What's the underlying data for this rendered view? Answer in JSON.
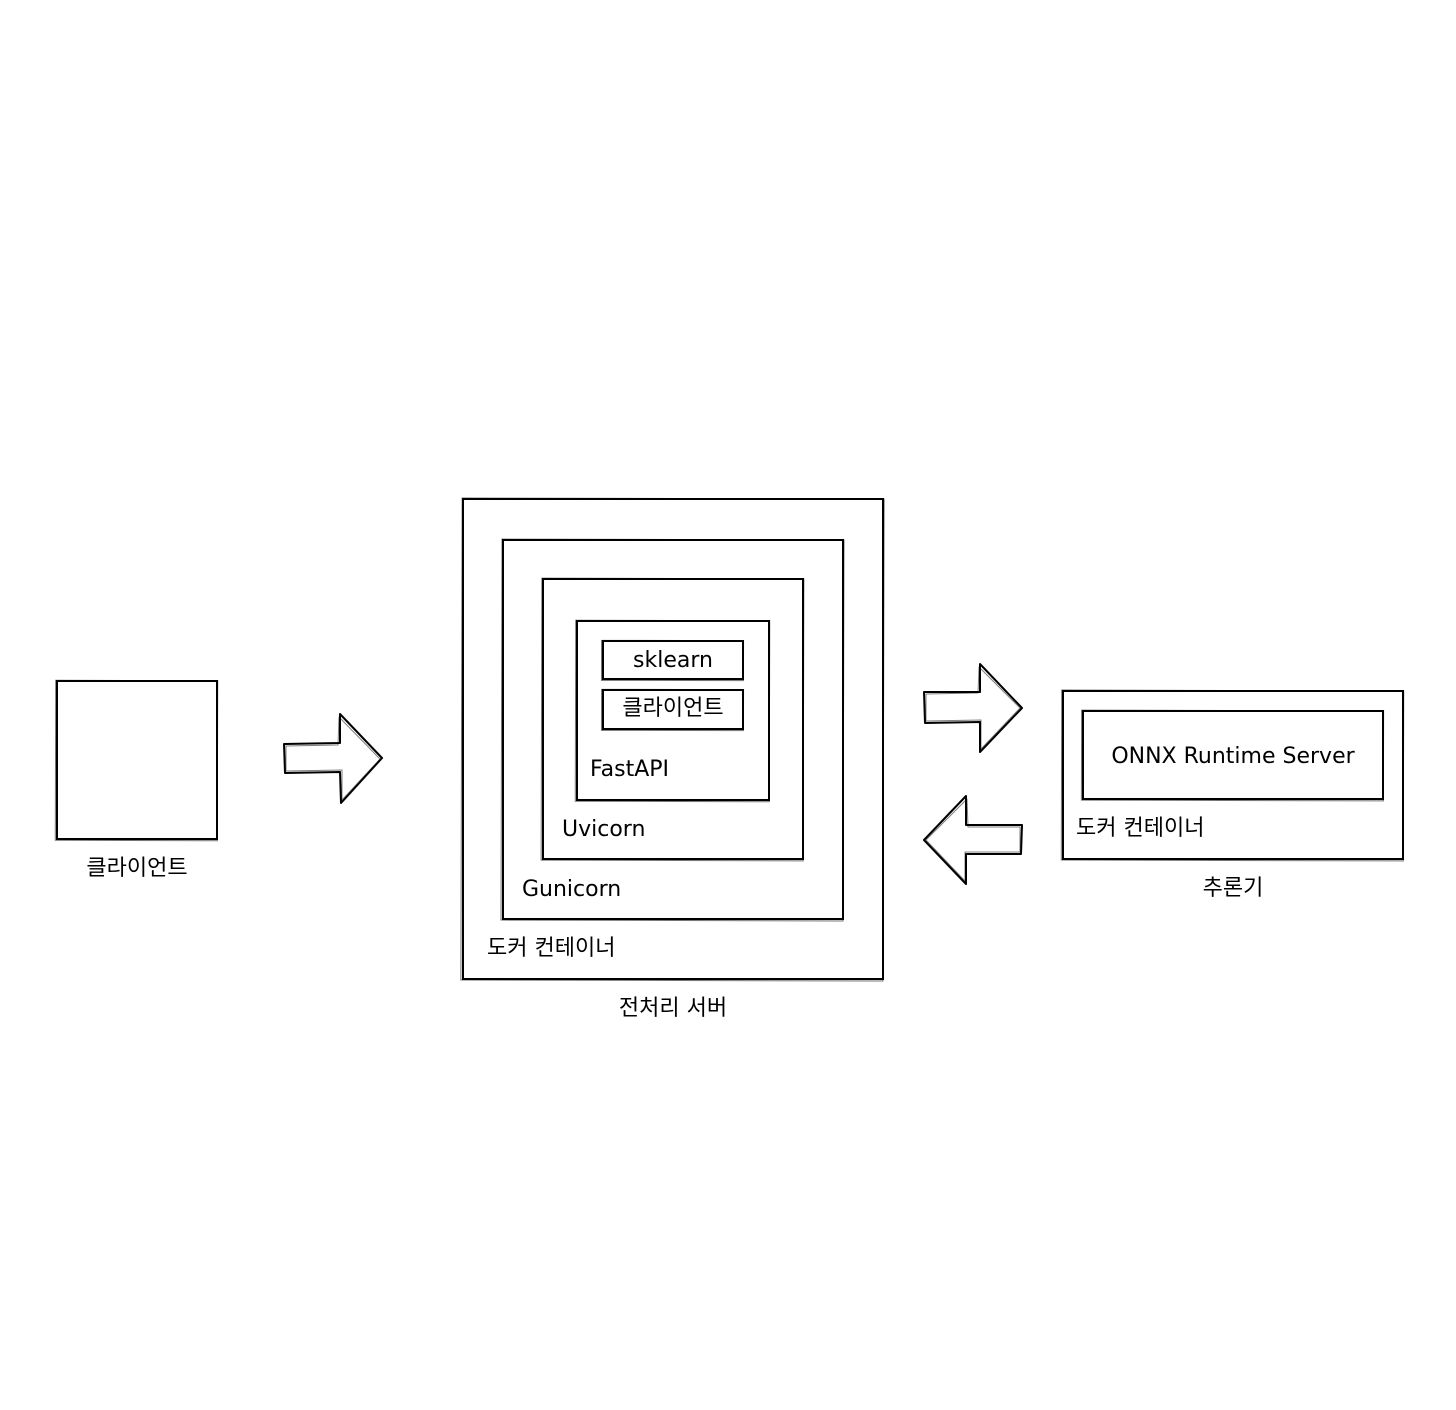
{
  "client": {
    "caption": "클라이언트"
  },
  "preprocess_server": {
    "caption": "전처리 서버",
    "docker_label": "도커 컨테이너",
    "gunicorn_label": "Gunicorn",
    "uvicorn_label": "Uvicorn",
    "fastapi_label": "FastAPI",
    "sklearn_label": "sklearn",
    "client_module_label": "클라이언트"
  },
  "inference": {
    "caption": "추론기",
    "docker_label": "도커 컨테이너",
    "onnx_label": "ONNX Runtime Server"
  },
  "colors": {
    "stroke": "#000000",
    "background": "#ffffff"
  }
}
